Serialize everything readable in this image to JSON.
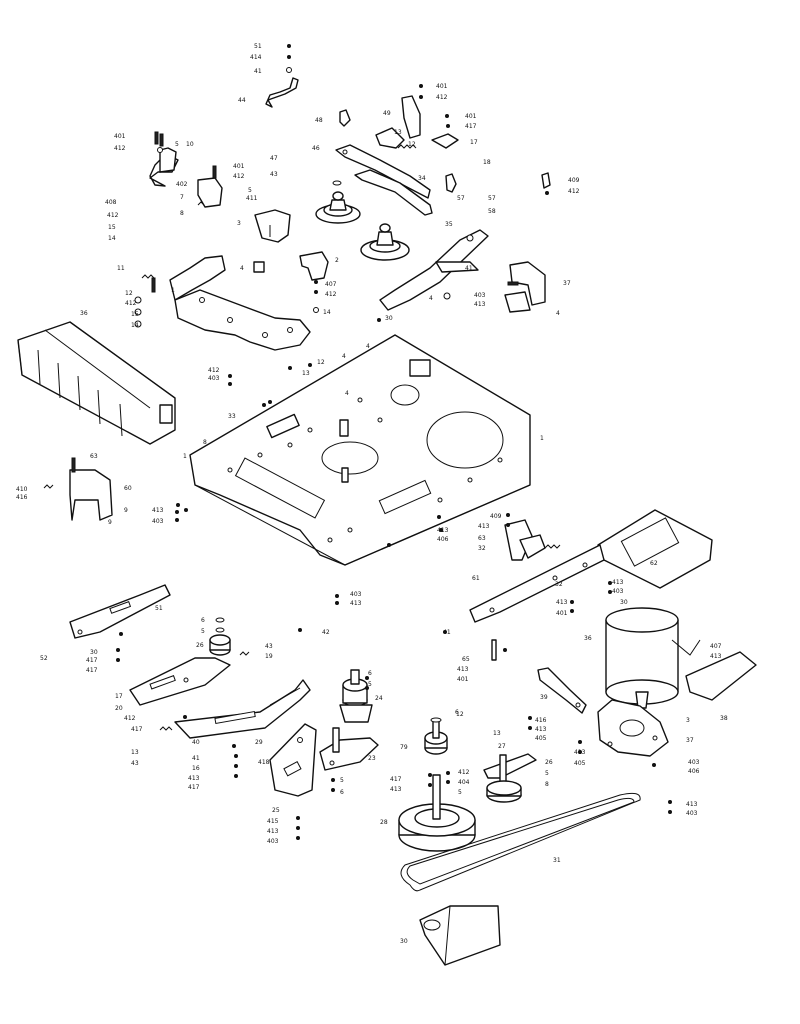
{
  "labels": {
    "top_51": "51",
    "top_414": "414",
    "top_41": "41",
    "top_44": "44",
    "p401_a": "401",
    "p412_a": "412",
    "p5_a": "5",
    "p10_a": "10",
    "p402_a": "402",
    "p408_a": "408",
    "p412_b": "412",
    "p15_a": "15",
    "p14_a": "14",
    "p7_a": "7",
    "p8_a": "8",
    "p401_b": "401",
    "p412_c": "412",
    "p5_b": "5",
    "p411_a": "411",
    "p43_a": "43",
    "p47_a": "47",
    "p48": "48",
    "p46": "46",
    "p49": "49",
    "p401_c": "401",
    "p412_d": "412",
    "p13_a": "13",
    "p12_a": "12",
    "p401_d": "401",
    "p417_a": "417",
    "p17_a": "17",
    "p18": "18",
    "p34": "34",
    "p57_a": "57",
    "p11_a": "11",
    "p57_b": "57",
    "p58": "58",
    "p35": "35",
    "p409_a": "409",
    "p412_e": "412",
    "p3": "3",
    "p4_a": "4",
    "p11_b": "11",
    "p1_a": "1",
    "p12_b": "12",
    "p412_f": "412",
    "p12_c": "12",
    "p15_b": "15",
    "p14_b": "14",
    "p407_a": "407",
    "p412_g": "412",
    "p14_c": "14",
    "p30_a": "30",
    "p2_a": "2",
    "p41_b": "41",
    "p4_b": "4",
    "p403_a": "403",
    "p413_a": "413",
    "p37": "37",
    "p4_c": "4",
    "p36": "36",
    "p412_h": "412",
    "p403_b": "403",
    "p12_d": "12",
    "p13_b": "13",
    "p4_d": "4",
    "p4_e": "4",
    "p33": "33",
    "p4_f": "4",
    "p1_b": "1",
    "p8_b": "8",
    "p63": "63",
    "p60": "60",
    "p410": "410",
    "p416": "416",
    "p9": "9",
    "p413_b": "413",
    "p403_c": "403",
    "p409_b": "409",
    "p413_c": "413",
    "p406_a": "406",
    "p63_b": "63",
    "p32_a": "32",
    "p61": "61",
    "p62": "62",
    "p413_d": "413",
    "p403_d": "403",
    "p413_e": "413",
    "p401_e": "401",
    "p51_b": "51",
    "p52": "52",
    "p403_e": "403",
    "p413_f": "413",
    "p42": "42",
    "p41_c": "41",
    "p30_b": "30",
    "p417_b": "417",
    "p417_c": "417",
    "p6_a": "6",
    "p5_c": "5",
    "p26_a": "26",
    "p43_b": "43",
    "p19": "19",
    "p17_b": "17",
    "p20": "20",
    "p412_i": "412",
    "p417_d": "417",
    "p13_c": "13",
    "p43_c": "43",
    "p40": "40",
    "p41_d": "41",
    "p16": "16",
    "p413_g": "413",
    "p417_e": "417",
    "p29": "29",
    "p418": "418",
    "p24": "24",
    "p23": "23",
    "p5_d": "5",
    "p6_b": "6",
    "p25": "25",
    "p415_a": "415",
    "p413_h": "413",
    "p403_f": "403",
    "p65": "65",
    "p413_i": "413",
    "p401_f": "401",
    "p6_c": "6",
    "p39": "39",
    "p416_b": "416",
    "p413_j": "413",
    "p405_a": "405",
    "p413_k": "413",
    "p405_b": "405",
    "p38": "38",
    "p407_b": "407",
    "p413_l": "413",
    "p3_b": "3",
    "p36_b": "36",
    "p37_b": "37",
    "p403_g": "403",
    "p406_b": "406",
    "p413_m": "413",
    "p403_h": "403",
    "p12_e": "12",
    "p79": "79",
    "p13_d": "13",
    "p27": "27",
    "p26_b": "26",
    "p5_e": "5",
    "p8_c": "8",
    "p417_f": "417",
    "p413_n": "413",
    "p412_j": "412",
    "p404": "404",
    "p5_f": "5",
    "p28": "28",
    "p31": "31",
    "p30_c": "30"
  }
}
